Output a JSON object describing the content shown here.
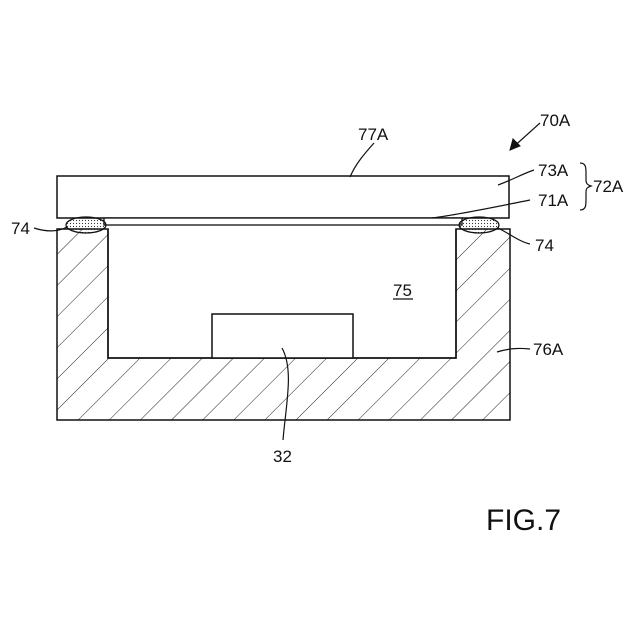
{
  "figure": {
    "caption": "FIG.7",
    "labels": {
      "device": "70A",
      "lid_surface": "77A",
      "layer_top": "73A",
      "layer_bottom": "71A",
      "layer_group": "72A",
      "seal_left": "74",
      "seal_right": "74",
      "cavity": "75",
      "housing": "76A",
      "chip": "32"
    }
  }
}
